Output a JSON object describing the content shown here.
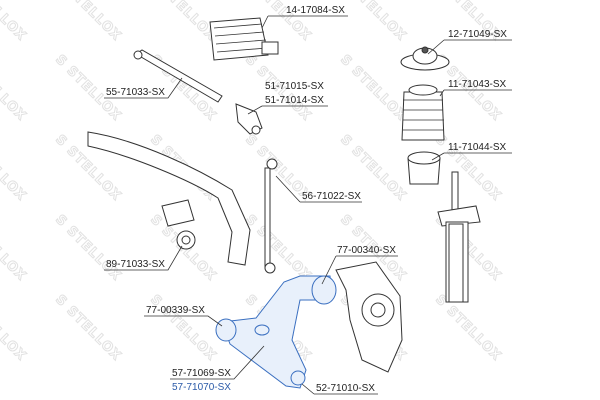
{
  "watermark": "STELLOX",
  "accent_color": "#2a5aa8",
  "labels": {
    "boot": "14-17084-SX",
    "strut_mount": "12-71049-SX",
    "tie_rod": "55-71033-SX",
    "tie_rod_end_1": "51-71015-SX",
    "tie_rod_end_2": "51-71014-SX",
    "dust_cover": "11-71043-SX",
    "bump_stop": "11-71044-SX",
    "stabilizer_link": "56-71022-SX",
    "stabilizer_bushing": "89-71033-SX",
    "rear_bushing": "77-00340-SX",
    "front_bushing": "77-00339-SX",
    "control_arm_1": "57-71069-SX",
    "control_arm_2": "57-71070-SX",
    "ball_joint": "52-71010-SX"
  }
}
